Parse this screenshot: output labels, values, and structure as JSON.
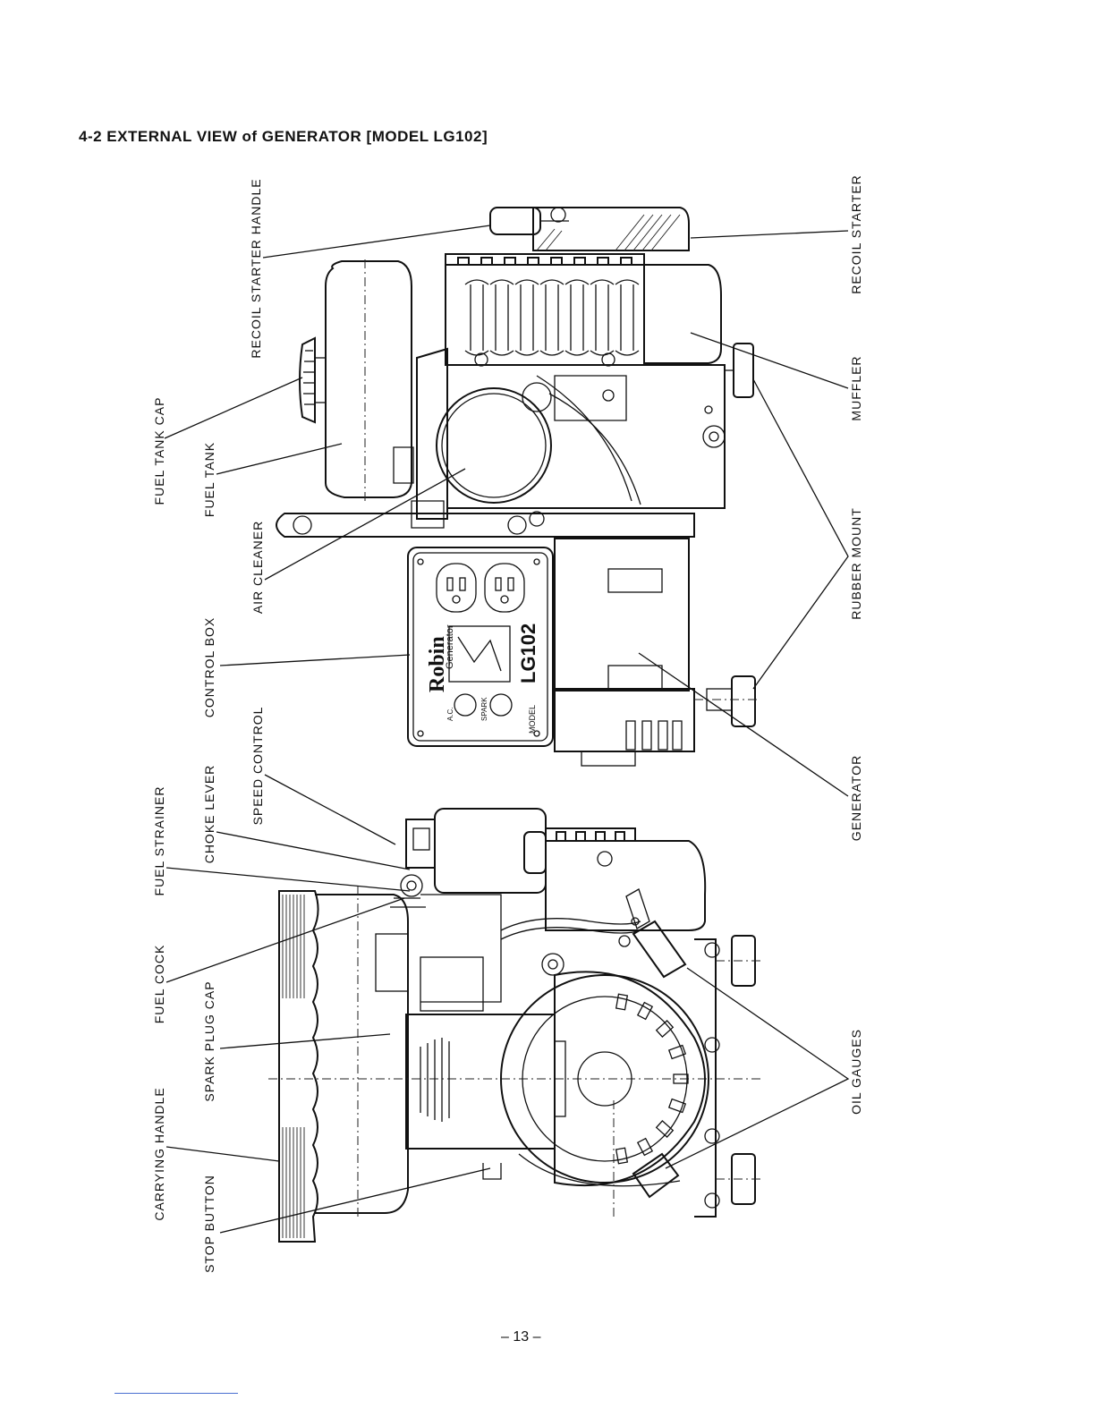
{
  "heading": "4-2   EXTERNAL VIEW of GENERATOR [MODEL LG102]",
  "labels": {
    "recoil_starter_handle": "RECOIL STARTER HANDLE",
    "recoil_starter": "RECOIL STARTER",
    "fuel_tank_cap": "FUEL TANK CAP",
    "fuel_tank": "FUEL TANK",
    "muffler": "MUFFLER",
    "air_cleaner": "AIR CLEANER",
    "rubber_mount": "RUBBER MOUNT",
    "control_box": "CONTROL BOX",
    "speed_control": "SPEED CONTROL",
    "generator": "GENERATOR",
    "fuel_strainer": "FUEL STRAINER",
    "choke_lever": "CHOKE LEVER",
    "fuel_cock": "FUEL COCK",
    "spark_plug_cap": "SPARK PLUG CAP",
    "oil_gauges": "OIL GAUGES",
    "carrying_handle": "CARRYING HANDLE",
    "stop_button": "STOP BUTTON"
  },
  "panel": {
    "brand": "Robin",
    "sub": "Generator",
    "model_prefix": "MODEL",
    "model": "LG102",
    "ac": "A.C.",
    "spark": "SPARK"
  },
  "page_number": "– 13 –"
}
